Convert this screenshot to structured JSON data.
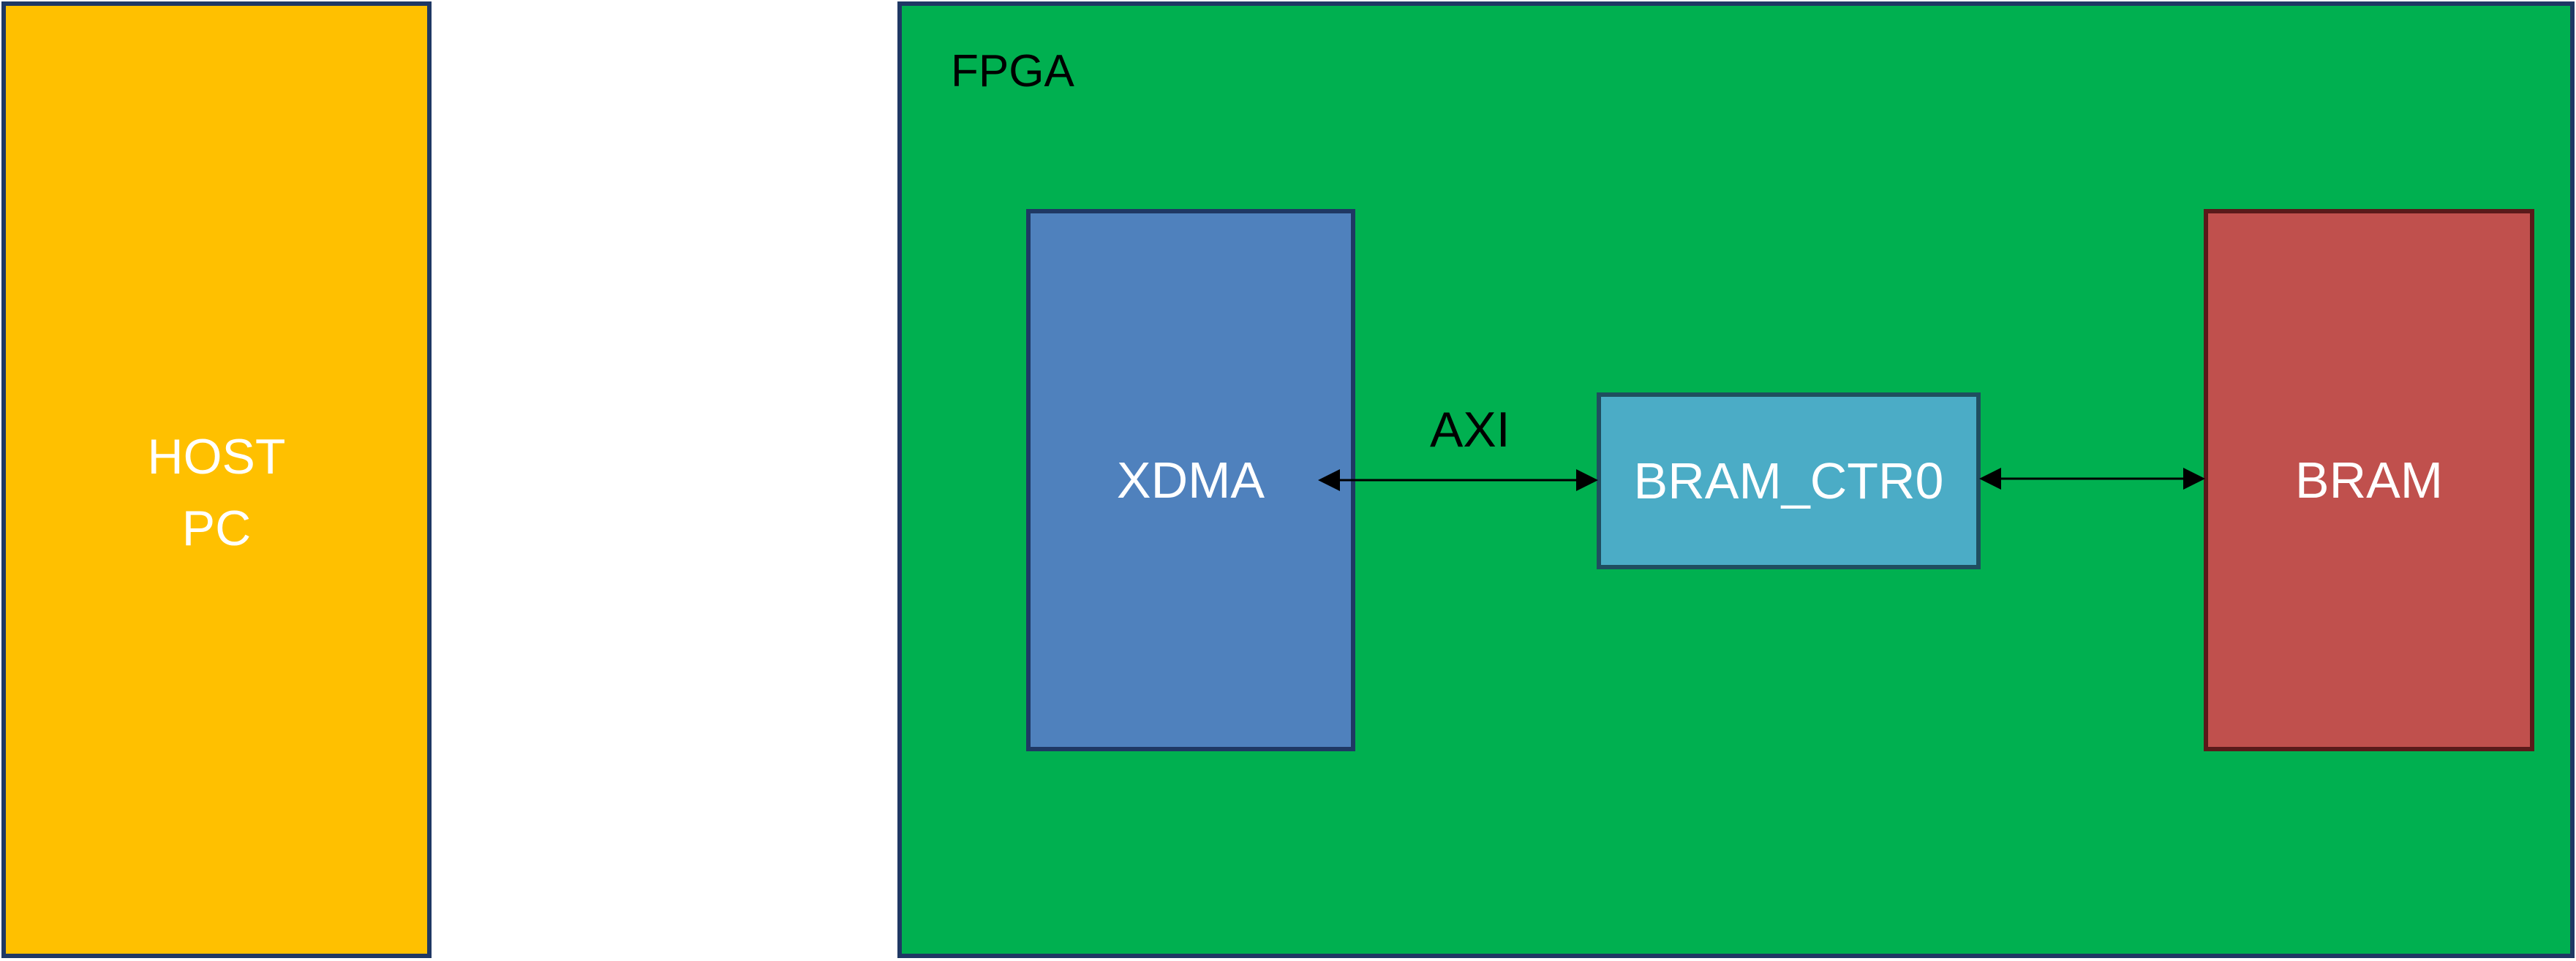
{
  "host": {
    "line1": "HOST",
    "line2": "PC",
    "fill_color": "#ffc000"
  },
  "fpga": {
    "label": "FPGA",
    "fill_color": "#00b050"
  },
  "blocks": {
    "xdma": {
      "label": "XDMA",
      "fill_color": "#4f81bd"
    },
    "bram_ctrl": {
      "label": "BRAM_CTR0",
      "fill_color": "#4bacc6"
    },
    "bram": {
      "label": "BRAM",
      "fill_color": "#c0504d"
    }
  },
  "connections": {
    "axi_label": "AXI"
  },
  "colors": {
    "border": "#1f3864",
    "arrow": "#000000"
  }
}
